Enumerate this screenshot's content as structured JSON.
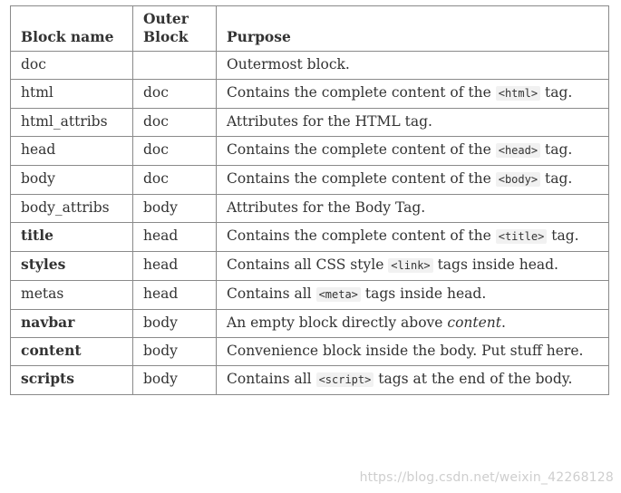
{
  "table": {
    "headers": {
      "block_name": "Block name",
      "outer_block": "Outer Block",
      "purpose": "Purpose"
    },
    "rows": [
      {
        "name": "doc",
        "outer": "",
        "purpose": [
          "Outermost block."
        ]
      },
      {
        "name": "html",
        "outer": "doc",
        "purpose": [
          "Contains the complete content of the ",
          {
            "code": "<html>"
          },
          " tag."
        ]
      },
      {
        "name": "html_attribs",
        "outer": "doc",
        "purpose": [
          "Attributes for the HTML tag."
        ]
      },
      {
        "name": "head",
        "outer": "doc",
        "purpose": [
          "Contains the complete content of the ",
          {
            "code": "<head>"
          },
          " tag."
        ]
      },
      {
        "name": "body",
        "outer": "doc",
        "purpose": [
          "Contains the complete content of the ",
          {
            "code": "<body>"
          },
          " tag."
        ]
      },
      {
        "name": "body_attribs",
        "outer": "body",
        "purpose": [
          "Attributes for the Body Tag."
        ]
      },
      {
        "name": "title",
        "outer": "head",
        "bold": true,
        "purpose": [
          "Contains the complete content of the ",
          {
            "code": "<title>"
          },
          " tag."
        ]
      },
      {
        "name": "styles",
        "outer": "head",
        "bold": true,
        "purpose": [
          "Contains all CSS style ",
          {
            "code": "<link>"
          },
          " tags inside head."
        ]
      },
      {
        "name": "metas",
        "outer": "head",
        "purpose": [
          "Contains all ",
          {
            "code": "<meta>"
          },
          " tags inside head."
        ]
      },
      {
        "name": "navbar",
        "outer": "body",
        "bold": true,
        "purpose": [
          "An empty block directly above ",
          {
            "em": "content"
          },
          "."
        ]
      },
      {
        "name": "content",
        "outer": "body",
        "bold": true,
        "purpose": [
          "Convenience block inside the body. Put stuff here."
        ]
      },
      {
        "name": "scripts",
        "outer": "body",
        "bold": true,
        "purpose": [
          "Contains all ",
          {
            "code": "<script>"
          },
          " tags at the end of the body."
        ]
      }
    ]
  },
  "watermark": "https://blog.csdn.net/weixin_42268128"
}
